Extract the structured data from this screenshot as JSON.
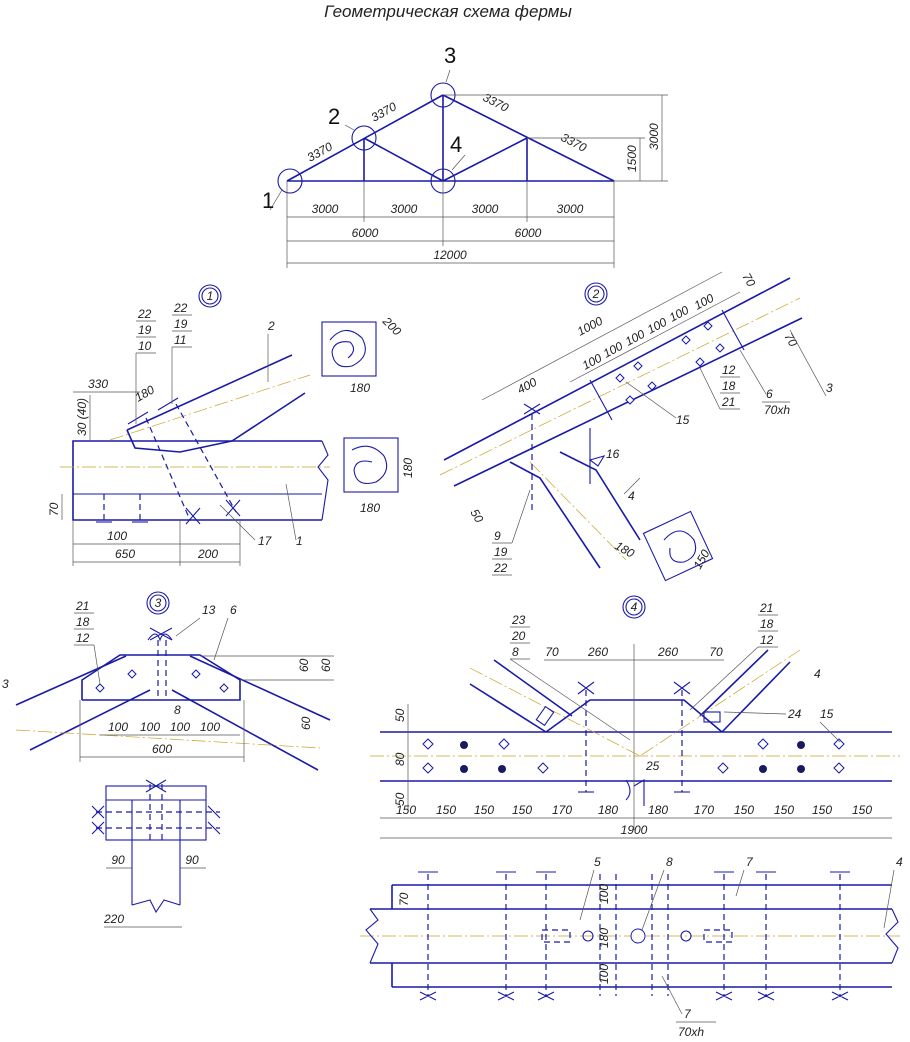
{
  "title": "Геометрическая схема фермы",
  "truss": {
    "node_labels": [
      "1",
      "2",
      "3",
      "4"
    ],
    "top_chord_lengths": [
      "3370",
      "3370",
      "3370",
      "3370"
    ],
    "panel_dims": [
      "3000",
      "3000",
      "3000",
      "3000"
    ],
    "half_dims": [
      "6000",
      "6000"
    ],
    "span": "12000",
    "height_mid": "1500",
    "height_total": "3000"
  },
  "node1": {
    "circle_label": "1",
    "stack_a": [
      "22",
      "19",
      "10"
    ],
    "stack_b": [
      "22",
      "19",
      "11"
    ],
    "dims": {
      "d330": "330",
      "d30": "30 (40)",
      "d180": "180",
      "d70": "70",
      "d100": "100",
      "d650": "650",
      "d200": "200"
    },
    "section_top": {
      "a": "200",
      "b": "180"
    },
    "section_side": {
      "a": "180",
      "b": "180"
    },
    "leaders": {
      "l2": "2",
      "l17": "17",
      "l1": "1"
    }
  },
  "node2": {
    "circle_label": "2",
    "dims": [
      "1000",
      "100",
      "100",
      "100",
      "100",
      "100",
      "100",
      "70",
      "70",
      "400",
      "50",
      "180",
      "150"
    ],
    "stack_a": [
      "12",
      "18",
      "21"
    ],
    "stack_b": [
      "9",
      "19",
      "22"
    ],
    "leaders": {
      "l6": "6",
      "l6sub": "70xh",
      "l3": "3",
      "l15": "15",
      "l16": "16",
      "l4": "4"
    }
  },
  "node3": {
    "circle_label": "3",
    "stack": [
      "21",
      "18",
      "12"
    ],
    "leaders": {
      "l13": "13",
      "l6": "6",
      "l3": "3",
      "l8": "8"
    },
    "dims": [
      "60",
      "60",
      "60",
      "100",
      "100",
      "100",
      "100",
      "600"
    ],
    "detail_dims": [
      "90",
      "90",
      "220"
    ]
  },
  "node4": {
    "circle_label": "4",
    "stack_a": [
      "23",
      "20",
      "8"
    ],
    "stack_b": [
      "21",
      "18",
      "12"
    ],
    "top_dims": [
      "70",
      "260",
      "260",
      "70"
    ],
    "side_dims": [
      "50",
      "80",
      "50"
    ],
    "bottom_dims": [
      "150",
      "150",
      "150",
      "150",
      "170",
      "180",
      "180",
      "170",
      "150",
      "150",
      "150",
      "150"
    ],
    "total": "1900",
    "leaders": {
      "l4": "4",
      "l24": "24",
      "l15": "15",
      "l25": "25"
    },
    "plan": {
      "l5": "5",
      "l8": "8",
      "l7a": "7",
      "l4": "4",
      "l7b": "7",
      "sub": "70xh",
      "d70": "70",
      "d100a": "100",
      "d180": "180",
      "d100b": "100"
    }
  }
}
